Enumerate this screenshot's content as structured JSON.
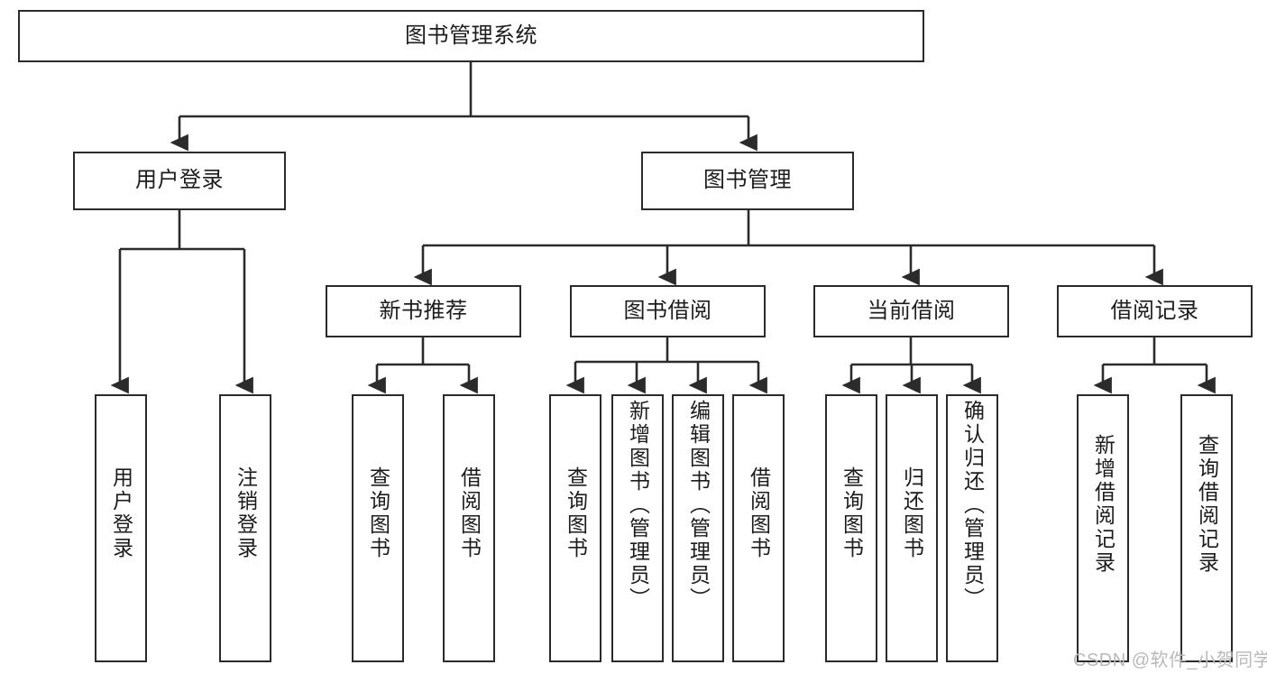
{
  "diagram": {
    "title": "图书管理系统",
    "type": "tree-hierarchy-chart",
    "colors": {
      "box_border": "#2b2b2b",
      "box_fill": "#ffffff",
      "edge": "#2b2b2b",
      "text": "#1c1c1c",
      "watermark": "#b9b9b9"
    }
  },
  "nodes": {
    "root": {
      "label": "图书管理系统"
    },
    "level2": [
      {
        "label": "用户登录"
      },
      {
        "label": "图书管理"
      }
    ],
    "level3": [
      {
        "label": "新书推荐"
      },
      {
        "label": "图书借阅"
      },
      {
        "label": "当前借阅"
      },
      {
        "label": "借阅记录"
      }
    ],
    "leaves": {
      "user_login": [
        {
          "label": "用户登录"
        },
        {
          "label": "注销登录"
        }
      ],
      "new_book_recommend": [
        {
          "label": "查询图书"
        },
        {
          "label": "借阅图书"
        }
      ],
      "book_borrow": [
        {
          "label": "查询图书"
        },
        {
          "label": "新增图书（管理员）"
        },
        {
          "label": "编辑图书（管理员）"
        },
        {
          "label": "借阅图书"
        }
      ],
      "current_borrow": [
        {
          "label": "查询图书"
        },
        {
          "label": "归还图书"
        },
        {
          "label": "确认归还（管理员）"
        }
      ],
      "borrow_record": [
        {
          "label": "新增借阅记录"
        },
        {
          "label": "查询借阅记录"
        }
      ]
    }
  },
  "watermark": {
    "text": "CSDN @软件_小贺同学"
  }
}
